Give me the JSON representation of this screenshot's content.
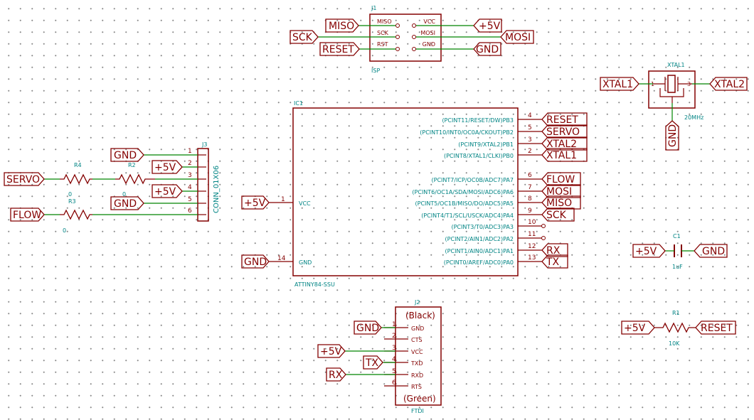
{
  "j1": {
    "ref": "J1",
    "value": "ISP",
    "left_pins": [
      "MISO",
      "SCK",
      "RST"
    ],
    "right_pins": [
      "VCC",
      "MOSI",
      "GND"
    ],
    "labels": {
      "miso": "MISO",
      "sck": "SCK",
      "reset": "RESET",
      "vcc": "+5V",
      "mosi": "MOSI",
      "gnd": "GND"
    }
  },
  "xtal1": {
    "ref": "XTAL1",
    "value": "20MHz",
    "label_left": "XTAL1",
    "label_right": "XTAL2",
    "label_gnd": "GND"
  },
  "ic1": {
    "ref": "IC1",
    "value": "ATTINY84-SSU",
    "pins_right": [
      {
        "num": "4",
        "name": "(PCINT11/RESET/DW)PB3",
        "label": "RESET"
      },
      {
        "num": "5",
        "name": "(PCINT10/INT0/OC0A/CKOUT)PB2",
        "label": "SERVO"
      },
      {
        "num": "3",
        "name": "(PCINT9/XTAL2)PB1",
        "label": "XTAL2"
      },
      {
        "num": "2",
        "name": "(PCINT8/XTAL1/CLKI)PB0",
        "label": "XTAL1"
      },
      {
        "num": "6",
        "name": "(PCINT7/ICP/OC0B/ADC7)PA7",
        "label": "FLOW"
      },
      {
        "num": "7",
        "name": "(PCINT6/OC1A/SDA/MOSI/ADC6)PA6",
        "label": "MOSI"
      },
      {
        "num": "8",
        "name": "(PCINT5/OC1B/MISO/DO/ADC5)PA5",
        "label": "MISO"
      },
      {
        "num": "9",
        "name": "(PCINT4/T1/SCL/USCK/ADC4)PA4",
        "label": "SCK"
      },
      {
        "num": "10",
        "name": "(PCINT3/T0/ADC3)PA3",
        "label": ""
      },
      {
        "num": "11",
        "name": "(PCINT2/AIN1/ADC2)PA2",
        "label": ""
      },
      {
        "num": "12",
        "name": "(PCINT1/AIN0/ADC1)PA1",
        "label": "RX"
      },
      {
        "num": "13",
        "name": "(PCINT0/AREF/ADC0)PA0",
        "label": "TX"
      }
    ],
    "vcc": {
      "num": "1",
      "name": "VCC",
      "label": "+5V"
    },
    "gnd": {
      "num": "14",
      "name": "GND",
      "label": "GND"
    }
  },
  "j3": {
    "ref": "J3",
    "value": "CONN_01X06",
    "pins": [
      "1",
      "2",
      "3",
      "4",
      "5",
      "6"
    ],
    "labels": {
      "gnd1": "GND",
      "p5v1": "+5V",
      "p5v2": "+5V",
      "gnd2": "GND",
      "servo": "SERVO",
      "flow": "FLOW"
    }
  },
  "r4": {
    "ref": "R4",
    "value": "0"
  },
  "r2": {
    "ref": "R2",
    "value": "0"
  },
  "r3": {
    "ref": "R3",
    "value": "0"
  },
  "c1": {
    "ref": "C1",
    "value": "1uF",
    "label_left": "+5V",
    "label_right": "GND"
  },
  "r1": {
    "ref": "R1",
    "value": "10K",
    "label_left": "+5V",
    "label_right": "RESET"
  },
  "j2": {
    "ref": "J2",
    "value": "FTDI",
    "top_text": "(Black)",
    "bottom_text": "(Green)",
    "pins": [
      {
        "num": "1",
        "name": "GND",
        "label": "GND"
      },
      {
        "num": "2",
        "name": "CTS",
        "label": ""
      },
      {
        "num": "3",
        "name": "VCC",
        "label": "+5V"
      },
      {
        "num": "4",
        "name": "TXD",
        "label": "TX"
      },
      {
        "num": "5",
        "name": "RXD",
        "label": "RX"
      },
      {
        "num": "6",
        "name": "RTS",
        "label": ""
      }
    ]
  },
  "colors": {
    "component": "#840000",
    "wire": "#008400",
    "text": "#008484",
    "background": "#ffffff"
  }
}
